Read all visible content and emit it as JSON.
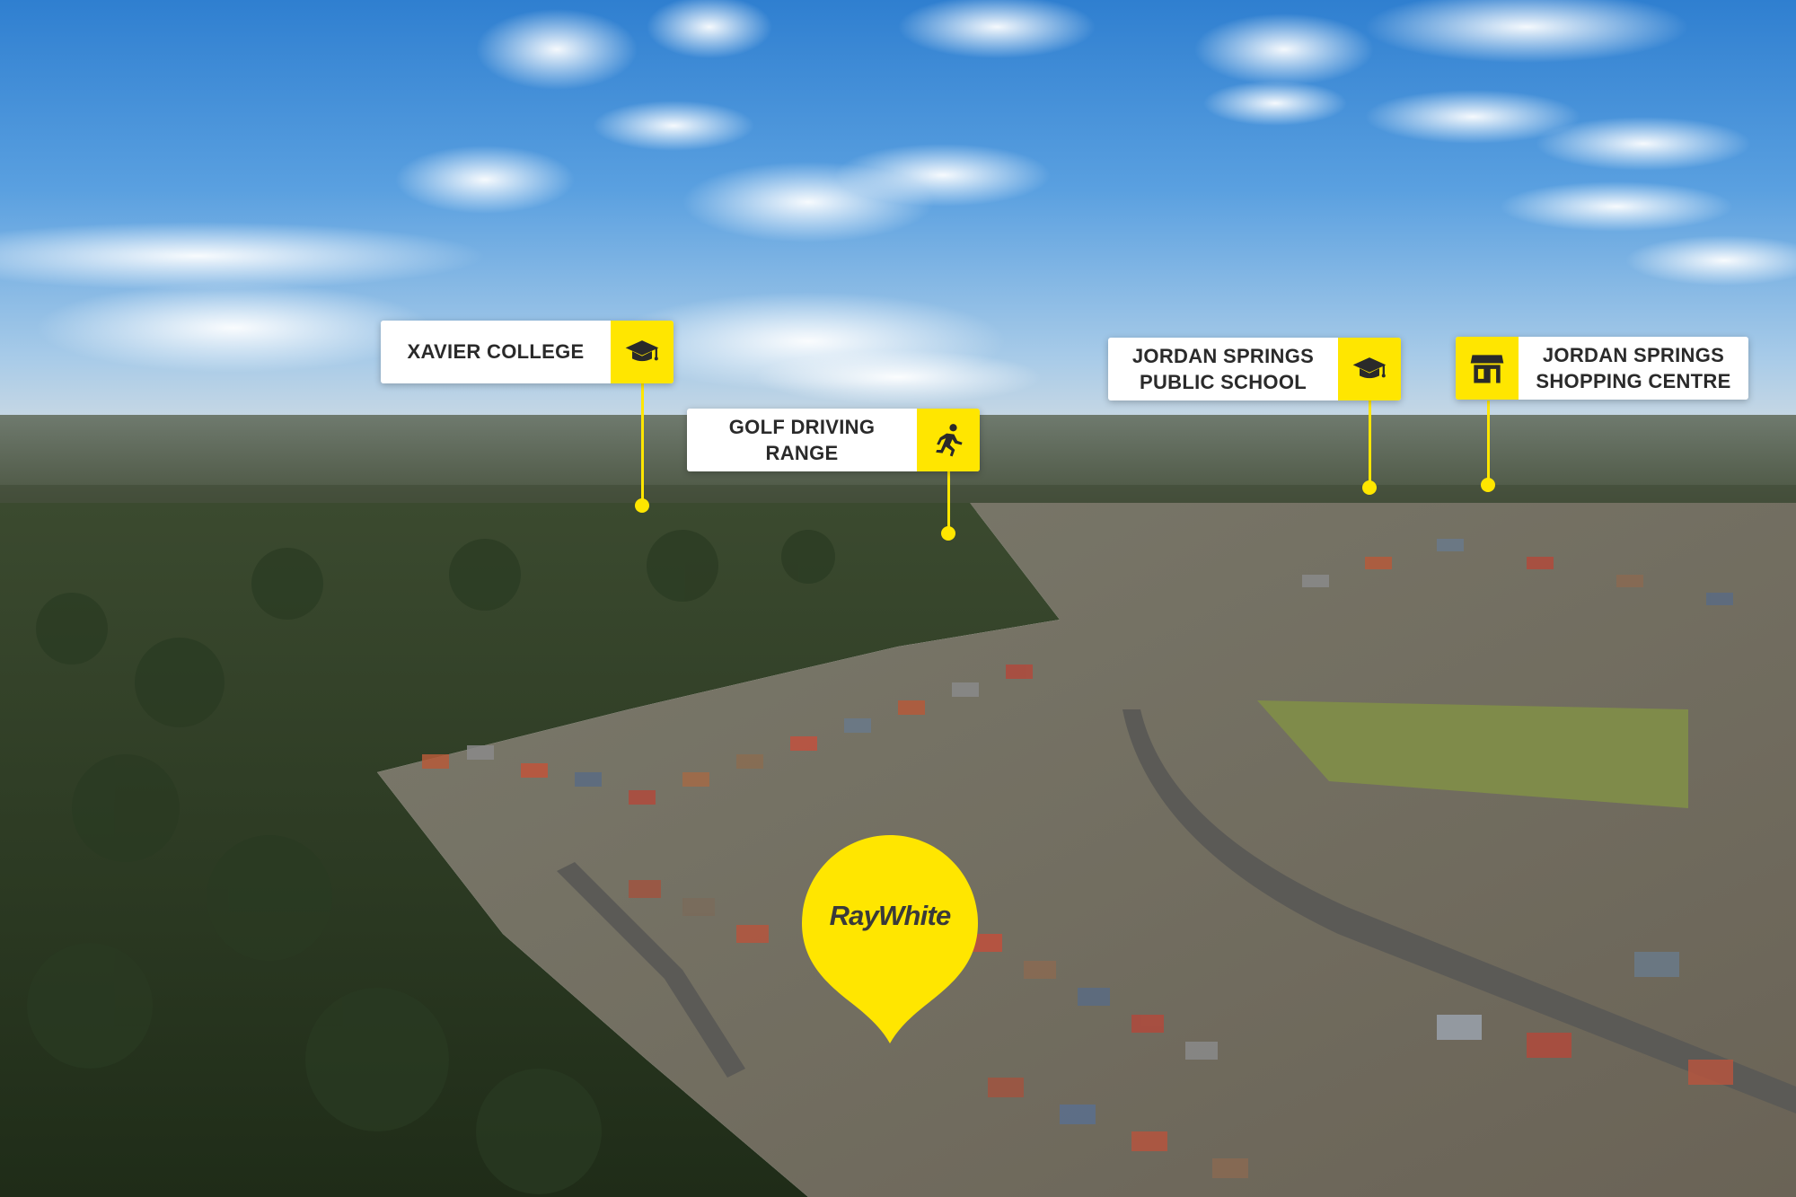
{
  "labels": [
    {
      "id": "xavier",
      "text": "XAVIER COLLEGE",
      "icon": "graduation-cap-icon"
    },
    {
      "id": "golf",
      "text": "GOLF DRIVING\nRANGE",
      "icon": "running-person-icon"
    },
    {
      "id": "jsps",
      "text": "JORDAN SPRINGS\nPUBLIC SCHOOL",
      "icon": "graduation-cap-icon"
    },
    {
      "id": "jssc",
      "text": "JORDAN SPRINGS\nSHOPPING CENTRE",
      "icon": "shop-storefront-icon"
    }
  ],
  "brand": {
    "name": "RayWhite",
    "color": "#FFE600"
  },
  "colors": {
    "accent": "#FFE600",
    "label_bg": "#FFFFFF",
    "label_text": "#2A2A2A"
  }
}
